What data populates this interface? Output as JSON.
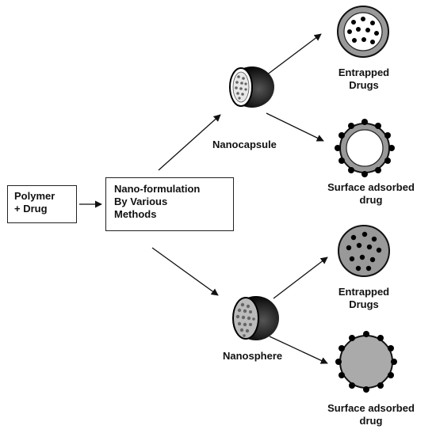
{
  "boxes": {
    "input": {
      "line1": "Polymer",
      "line2": "+ Drug"
    },
    "process": {
      "line1": "Nano-formulation",
      "line2": "By Various",
      "line3": "Methods"
    }
  },
  "nodes": {
    "nanocapsule": "Nanocapsule",
    "nanosphere": "Nanosphere"
  },
  "outcomes": {
    "capsule_entrapped": {
      "line1": "Entrapped",
      "line2": "Drugs"
    },
    "capsule_surface": {
      "line1": "Surface adsorbed",
      "line2": "drug"
    },
    "sphere_entrapped": {
      "line1": "Entrapped",
      "line2": "Drugs"
    },
    "sphere_surface": {
      "line1": "Surface adsorbed",
      "line2": "drug"
    }
  }
}
